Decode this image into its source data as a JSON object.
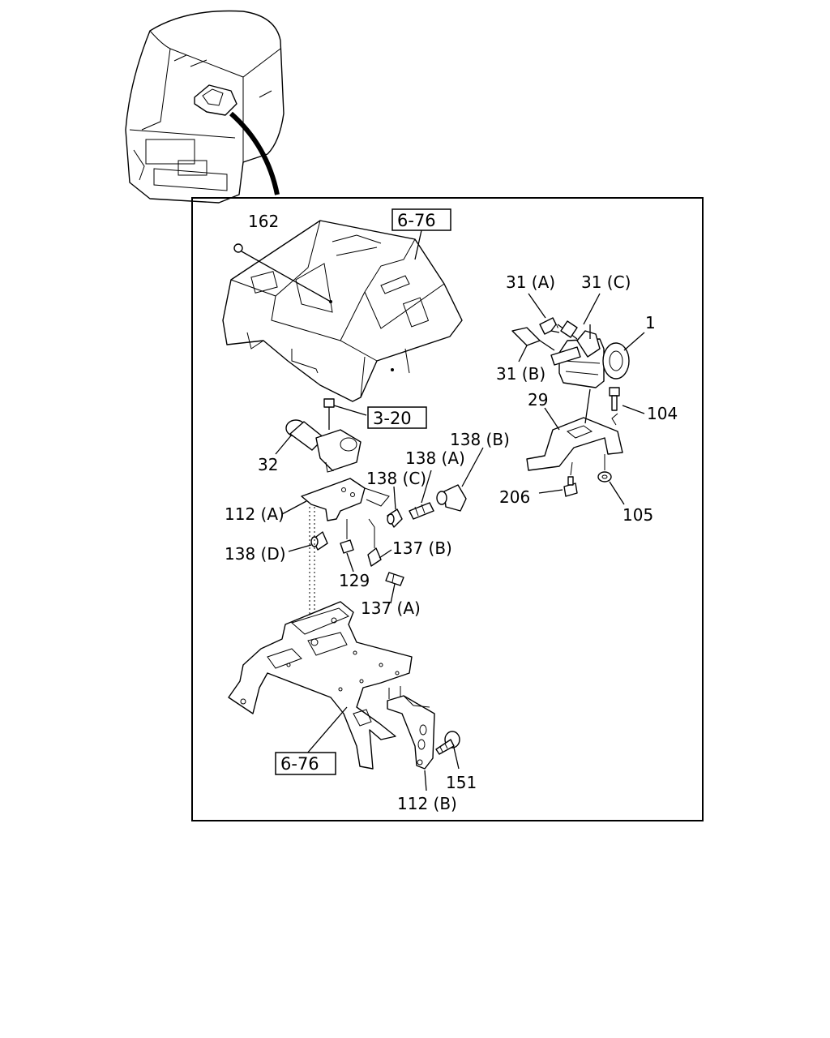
{
  "callouts": {
    "c162": "162",
    "c1": "1",
    "c31a": "31 (A)",
    "c31c": "31 (C)",
    "c31b": "31 (B)",
    "c29": "29",
    "c104": "104",
    "c105": "105",
    "c206": "206",
    "c32": "32",
    "c138b": "138 (B)",
    "c138a": "138 (A)",
    "c138c": "138 (C)",
    "c112a": "112 (A)",
    "c138d": "138 (D)",
    "c137b": "137 (B)",
    "c129": "129",
    "c137a": "137 (A)",
    "c151": "151",
    "c112b": "112 (B)"
  },
  "references": {
    "ref_top": "6-76",
    "ref_mid": "3-20",
    "ref_bottom": "6-76"
  }
}
